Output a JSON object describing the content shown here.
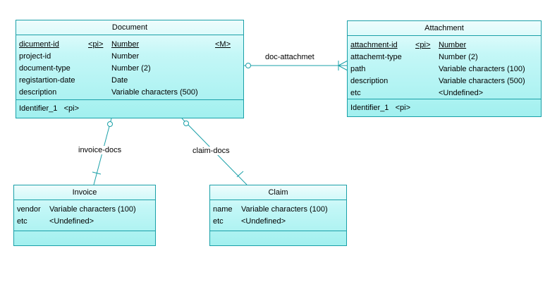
{
  "entities": {
    "document": {
      "title": "Document",
      "attributes": [
        {
          "name": "dicument-id",
          "key": "<pi>",
          "type": "Number",
          "mandatory": "<M>"
        },
        {
          "name": "project-id",
          "type": "Number"
        },
        {
          "name": "document-type",
          "type": "Number (2)"
        },
        {
          "name": "registartion-date",
          "type": "Date"
        },
        {
          "name": "description",
          "type": "Variable characters (500)"
        }
      ],
      "identifier": "Identifier_1   <pi>"
    },
    "attachment": {
      "title": "Attachment",
      "attributes": [
        {
          "name": "attachment-id",
          "key": "<pi>",
          "type": "Number"
        },
        {
          "name": "attachemt-type",
          "type": "Number (2)"
        },
        {
          "name": "path",
          "type": "Variable characters (100)"
        },
        {
          "name": "description",
          "type": "Variable characters (500)"
        },
        {
          "name": "etc",
          "type": "<Undefined>"
        }
      ],
      "identifier": "Identifier_1   <pi>"
    },
    "invoice": {
      "title": "Invoice",
      "attributes": [
        {
          "name": "vendor",
          "type": "Variable characters (100)"
        },
        {
          "name": "etc",
          "type": "<Undefined>"
        }
      ]
    },
    "claim": {
      "title": "Claim",
      "attributes": [
        {
          "name": "name",
          "type": "Variable characters (100)"
        },
        {
          "name": "etc",
          "type": "<Undefined>"
        }
      ]
    }
  },
  "relationships": {
    "doc_attachment": "doc-attachmet",
    "invoice_docs": "invoice-docs",
    "claim_docs": "claim-docs"
  },
  "colors": {
    "border": "#1aa0a8",
    "fill_top": "#eefdfd",
    "fill_bottom": "#a2f0ef"
  }
}
